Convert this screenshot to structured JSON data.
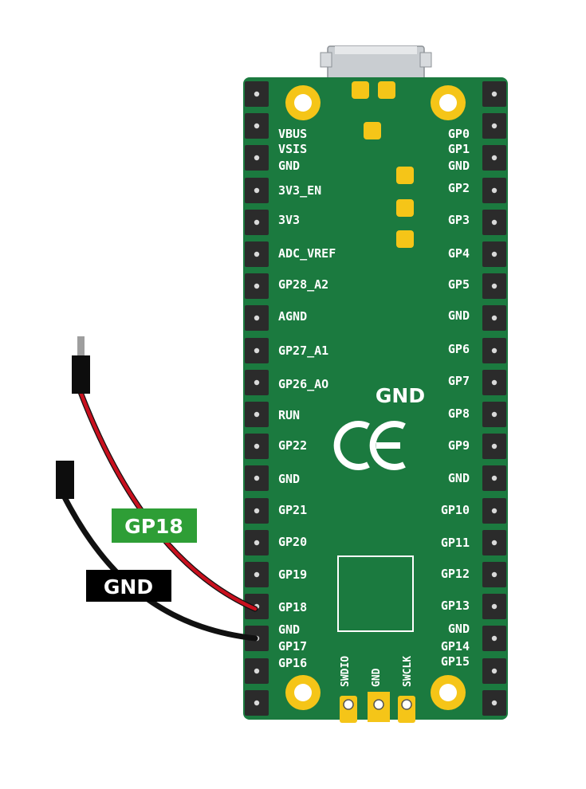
{
  "board": {
    "left_pins": [
      "VBUS",
      "VSIS",
      "GND",
      "3V3_EN",
      "3V3",
      "ADC_VREF",
      "GP28_A2",
      "AGND",
      "GP27_A1",
      "GP26_AO",
      "RUN",
      "GP22",
      "GND",
      "GP21",
      "GP20",
      "GP19",
      "GP18",
      "GND",
      "GP17",
      "GP16"
    ],
    "right_pins": [
      "GP0",
      "GP1",
      "GND",
      "GP2",
      "GP3",
      "GP4",
      "GP5",
      "GND",
      "GP6",
      "GP7",
      "GP8",
      "GP9",
      "GND",
      "GP10",
      "GP11",
      "GP12",
      "GP13",
      "GND",
      "GP14",
      "GP15"
    ],
    "center_label": "GND",
    "ce_mark": "CE",
    "debug_pins": [
      "SWDIO",
      "GND",
      "SWCLK"
    ]
  },
  "wires": {
    "signal_tag": "GP18",
    "ground_tag": "GND"
  },
  "colors": {
    "board": "#1b7a3f",
    "board_dark": "#0f5a2c",
    "pad_gold": "#f5c518",
    "header_dark": "#2b2b2b",
    "signal_wire": "#c8101e",
    "ground_wire": "#111111",
    "signal_tag_bg": "#2e9e36",
    "ground_tag_bg": "#000000"
  }
}
